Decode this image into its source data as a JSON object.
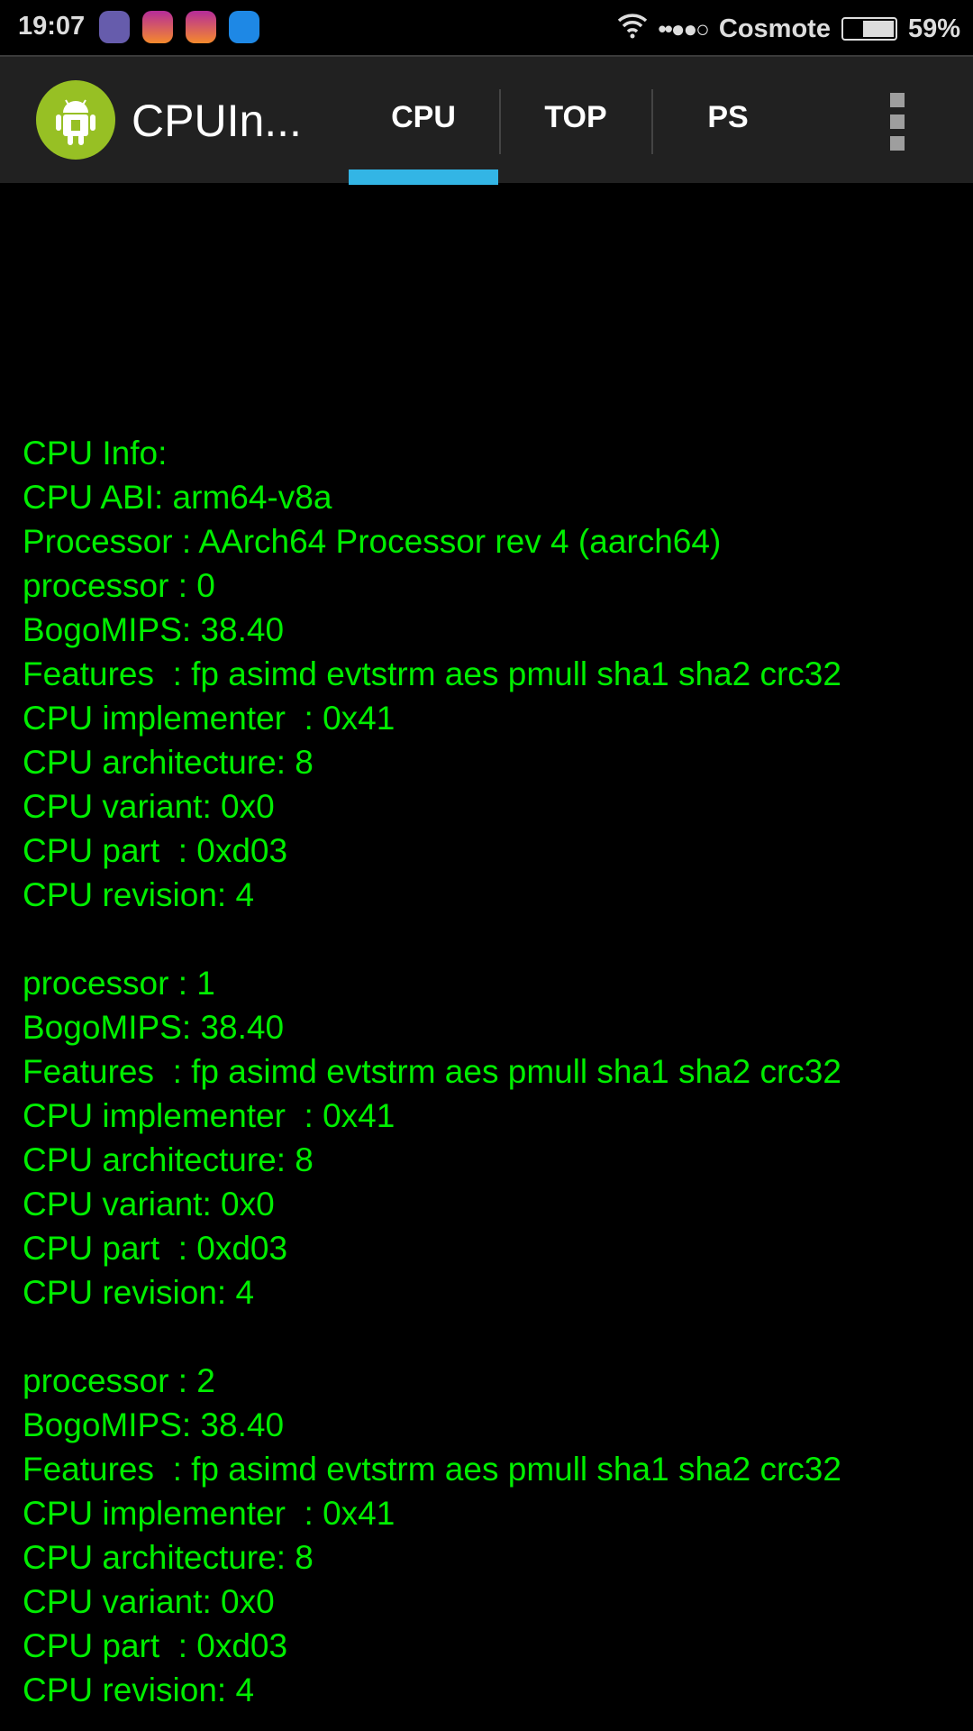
{
  "status_bar": {
    "time": "19:07",
    "notification_icons": [
      "viber-icon",
      "instagram-icon",
      "instagram-icon",
      "app-icon"
    ],
    "carrier": "Cosmote",
    "signal_dots": "••●●○",
    "battery_percent": "59%",
    "battery_level": 0.59
  },
  "app_bar": {
    "title": "CPUIn...",
    "tabs": [
      {
        "label": "CPU",
        "selected": true
      },
      {
        "label": "TOP",
        "selected": false
      },
      {
        "label": "PS",
        "selected": false
      }
    ],
    "accent_color": "#33b5e5"
  },
  "content": {
    "text_color": "#00ee00",
    "lines": [
      "CPU Info:",
      "CPU ABI: arm64-v8a",
      "Processor : AArch64 Processor rev 4 (aarch64)",
      "processor : 0",
      "BogoMIPS: 38.40",
      "Features  : fp asimd evtstrm aes pmull sha1 sha2 crc32",
      "CPU implementer  : 0x41",
      "CPU architecture: 8",
      "CPU variant: 0x0",
      "CPU part  : 0xd03",
      "CPU revision: 4",
      "",
      "processor : 1",
      "BogoMIPS: 38.40",
      "Features  : fp asimd evtstrm aes pmull sha1 sha2 crc32",
      "CPU implementer  : 0x41",
      "CPU architecture: 8",
      "CPU variant: 0x0",
      "CPU part  : 0xd03",
      "CPU revision: 4",
      "",
      "processor : 2",
      "BogoMIPS: 38.40",
      "Features  : fp asimd evtstrm aes pmull sha1 sha2 crc32",
      "CPU implementer  : 0x41",
      "CPU architecture: 8",
      "CPU variant: 0x0",
      "CPU part  : 0xd03",
      "CPU revision: 4"
    ]
  }
}
